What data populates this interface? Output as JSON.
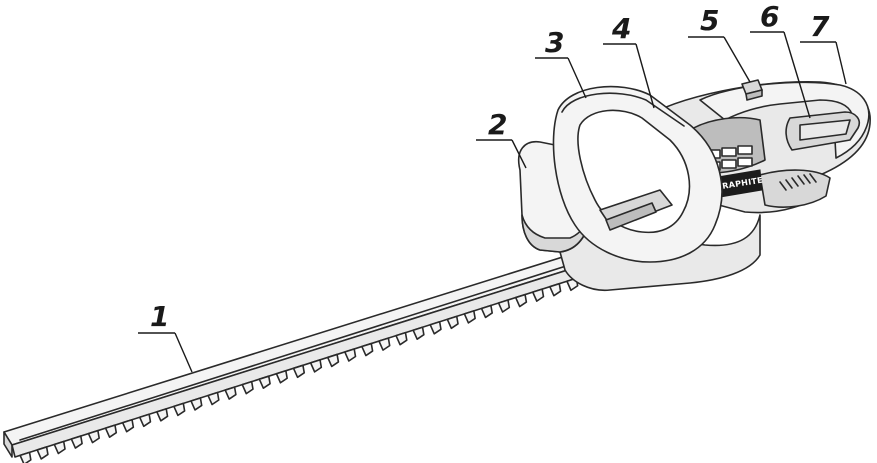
{
  "brand": "GRAPHITE",
  "callouts": [
    {
      "number": "1",
      "part": "blade"
    },
    {
      "number": "2",
      "part": "hand-guard"
    },
    {
      "number": "3",
      "part": "front-handle"
    },
    {
      "number": "4",
      "part": "front-handle-switch"
    },
    {
      "number": "5",
      "part": "lock-button"
    },
    {
      "number": "6",
      "part": "main-switch"
    },
    {
      "number": "7",
      "part": "rear-handle-battery-housing"
    }
  ]
}
